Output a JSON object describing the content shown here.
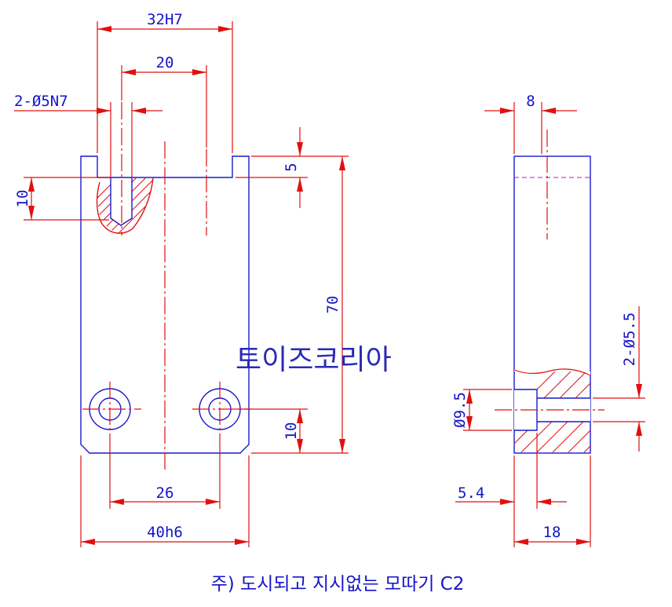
{
  "drawing": {
    "front_view": {
      "dims": {
        "slot_width": "32H7",
        "hole_spacing_top": "20",
        "pin_holes": "2-Ø5N7",
        "slot_depth": "5",
        "hole_depth": "10",
        "height": "70",
        "bottom_hole_offset": "10",
        "bottom_hole_spacing": "26",
        "width": "40h6"
      }
    },
    "side_view": {
      "dims": {
        "thickness": "8",
        "through_holes": "2-Ø5.5",
        "counterbore_dia": "Ø9.5",
        "counterbore_depth": "5.4",
        "depth": "18"
      }
    },
    "watermark": "토이즈코리아",
    "note": "주) 도시되고 지시없는 모따기 C2"
  }
}
